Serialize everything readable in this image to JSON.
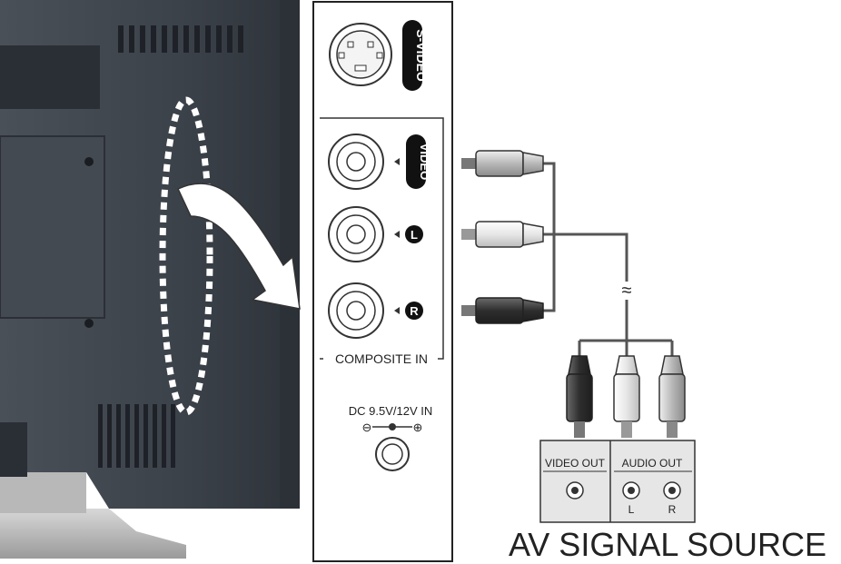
{
  "panel": {
    "svideo_label": "S-VIDEO",
    "video_label": "VIDEO",
    "left_label": "L",
    "right_label": "R",
    "composite_label": "COMPOSITE IN",
    "dc_label": "DC 9.5V/12V IN",
    "dc_polarity_neg": "⊖",
    "dc_polarity_pos": "⊕"
  },
  "source": {
    "video_out_label": "VIDEO OUT",
    "audio_out_label": "AUDIO OUT",
    "left_label": "L",
    "right_label": "R",
    "title": "AV SIGNAL SOURCE"
  },
  "cable": {
    "break_mark": "≈"
  },
  "colors": {
    "tv_body": "#3a4048",
    "tv_dark": "#2a2f36",
    "panel_bg": "#ffffff",
    "plug_black": "#3a3a3a",
    "plug_white": "#f2f2f2",
    "plug_gray": "#c8c8c8",
    "box_fill": "#e6e6e6",
    "cable": "#555555"
  }
}
